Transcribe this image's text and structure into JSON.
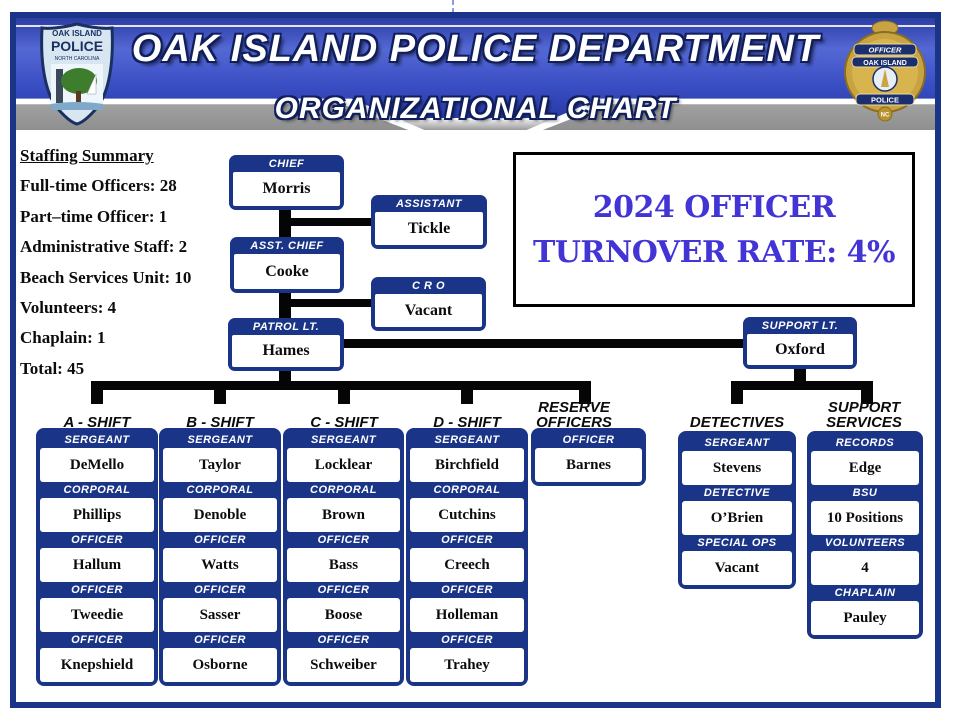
{
  "header": {
    "title": "OAK ISLAND POLICE DEPARTMENT",
    "subtitle": "ORGANIZATIONAL CHART",
    "left_patch": {
      "line1": "OAK ISLAND",
      "line2": "POLICE",
      "line3": "NORTH CAROLINA"
    },
    "right_badge": {
      "line1": "OFFICER",
      "line2": "OAK ISLAND",
      "line3": "POLICE",
      "line4": "NC"
    }
  },
  "staffing_summary": {
    "title": "Staffing Summary",
    "items": [
      "Full-time Officers: 28",
      "Part–time Officer: 1",
      "Administrative Staff: 2",
      "Beach Services Unit: 10",
      "Volunteers: 4",
      "Chaplain: 1",
      "Total: 45"
    ]
  },
  "callout": {
    "line1": "2024 OFFICER",
    "line2": "TURNOVER RATE: 4%"
  },
  "org": {
    "chief": {
      "title": "CHIEF",
      "name": "Morris"
    },
    "assistant": {
      "title": "ASSISTANT",
      "name": "Tickle"
    },
    "asst_chief": {
      "title": "ASST. CHIEF",
      "name": "Cooke"
    },
    "cro": {
      "title": "C R O",
      "name": "Vacant"
    },
    "patrol_lt": {
      "title": "PATROL LT.",
      "name": "Hames"
    },
    "support_lt": {
      "title": "SUPPORT LT.",
      "name": "Oxford"
    }
  },
  "branches": [
    {
      "label": "A - SHIFT",
      "slots": [
        {
          "title": "SERGEANT",
          "name": "DeMello"
        },
        {
          "title": "CORPORAL",
          "name": "Phillips"
        },
        {
          "title": "OFFICER",
          "name": "Hallum"
        },
        {
          "title": "OFFICER",
          "name": "Tweedie"
        },
        {
          "title": "OFFICER",
          "name": "Knepshield"
        }
      ]
    },
    {
      "label": "B - SHIFT",
      "slots": [
        {
          "title": "SERGEANT",
          "name": "Taylor"
        },
        {
          "title": "CORPORAL",
          "name": "Denoble"
        },
        {
          "title": "OFFICER",
          "name": "Watts"
        },
        {
          "title": "OFFICER",
          "name": "Sasser"
        },
        {
          "title": "OFFICER",
          "name": "Osborne"
        }
      ]
    },
    {
      "label": "C - SHIFT",
      "slots": [
        {
          "title": "SERGEANT",
          "name": "Locklear"
        },
        {
          "title": "CORPORAL",
          "name": "Brown"
        },
        {
          "title": "OFFICER",
          "name": "Bass"
        },
        {
          "title": "OFFICER",
          "name": "Boose"
        },
        {
          "title": "OFFICER",
          "name": "Schweiber"
        }
      ]
    },
    {
      "label": "D - SHIFT",
      "slots": [
        {
          "title": "SERGEANT",
          "name": "Birchfield"
        },
        {
          "title": "CORPORAL",
          "name": "Cutchins"
        },
        {
          "title": "OFFICER",
          "name": "Creech"
        },
        {
          "title": "OFFICER",
          "name": "Holleman"
        },
        {
          "title": "OFFICER",
          "name": "Trahey"
        }
      ]
    },
    {
      "label": "RESERVE OFFICERS",
      "slots": [
        {
          "title": "OFFICER",
          "name": "Barnes"
        }
      ]
    },
    {
      "label": "DETECTIVES",
      "slots": [
        {
          "title": "SERGEANT",
          "name": "Stevens"
        },
        {
          "title": "DETECTIVE",
          "name": "O’Brien"
        },
        {
          "title": "SPECIAL OPS",
          "name": "Vacant"
        }
      ]
    },
    {
      "label": "SUPPORT SERVICES",
      "slots": [
        {
          "title": "RECORDS",
          "name": "Edge"
        },
        {
          "title": "BSU",
          "name": "10 Positions"
        },
        {
          "title": "VOLUNTEERS",
          "name": "4"
        },
        {
          "title": "CHAPLAIN",
          "name": "Pauley"
        }
      ]
    }
  ],
  "colors": {
    "navy": "#1a3487",
    "banner_blue": "#3a4ec4",
    "banner_gray": "#b5b5b5",
    "callout_text": "#4334d6",
    "connector": "#050505"
  }
}
